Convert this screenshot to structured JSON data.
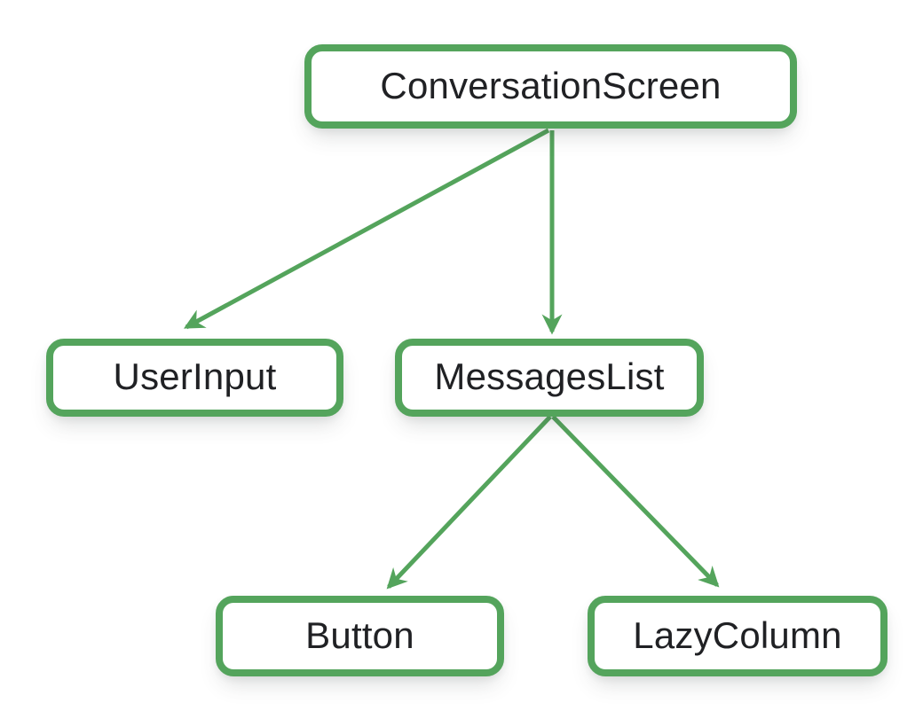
{
  "colors": {
    "accent_green": "#54A45C",
    "text": "#202124",
    "node_fill": "#FFFFFF",
    "background": "#FFFFFF"
  },
  "nodes": {
    "conversation_screen": {
      "label": "ConversationScreen"
    },
    "user_input": {
      "label": "UserInput"
    },
    "messages_list": {
      "label": "MessagesList"
    },
    "button": {
      "label": "Button"
    },
    "lazy_column": {
      "label": "LazyColumn"
    }
  },
  "edges": [
    {
      "from": "ConversationScreen",
      "to": "UserInput"
    },
    {
      "from": "ConversationScreen",
      "to": "MessagesList"
    },
    {
      "from": "MessagesList",
      "to": "Button"
    },
    {
      "from": "MessagesList",
      "to": "LazyColumn"
    }
  ]
}
